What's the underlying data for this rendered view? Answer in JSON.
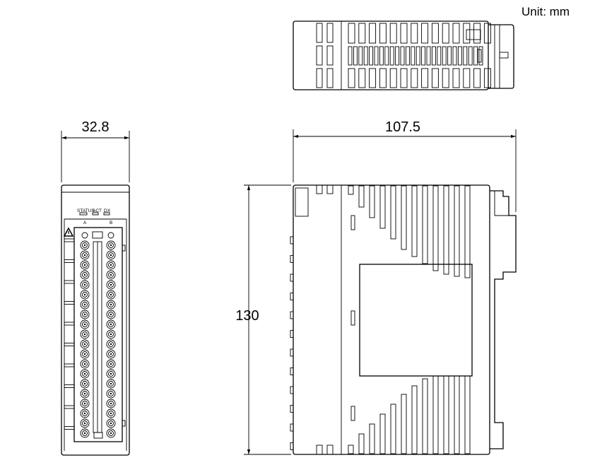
{
  "unit_label": "Unit:  mm",
  "dimensions": {
    "width": "32.8",
    "depth": "107.5",
    "height": "130"
  },
  "front_panel": {
    "led_labels": [
      "STATUS",
      "ACT",
      "DX"
    ],
    "column_labels": [
      "A",
      "B"
    ],
    "terminal_rows": 20
  }
}
